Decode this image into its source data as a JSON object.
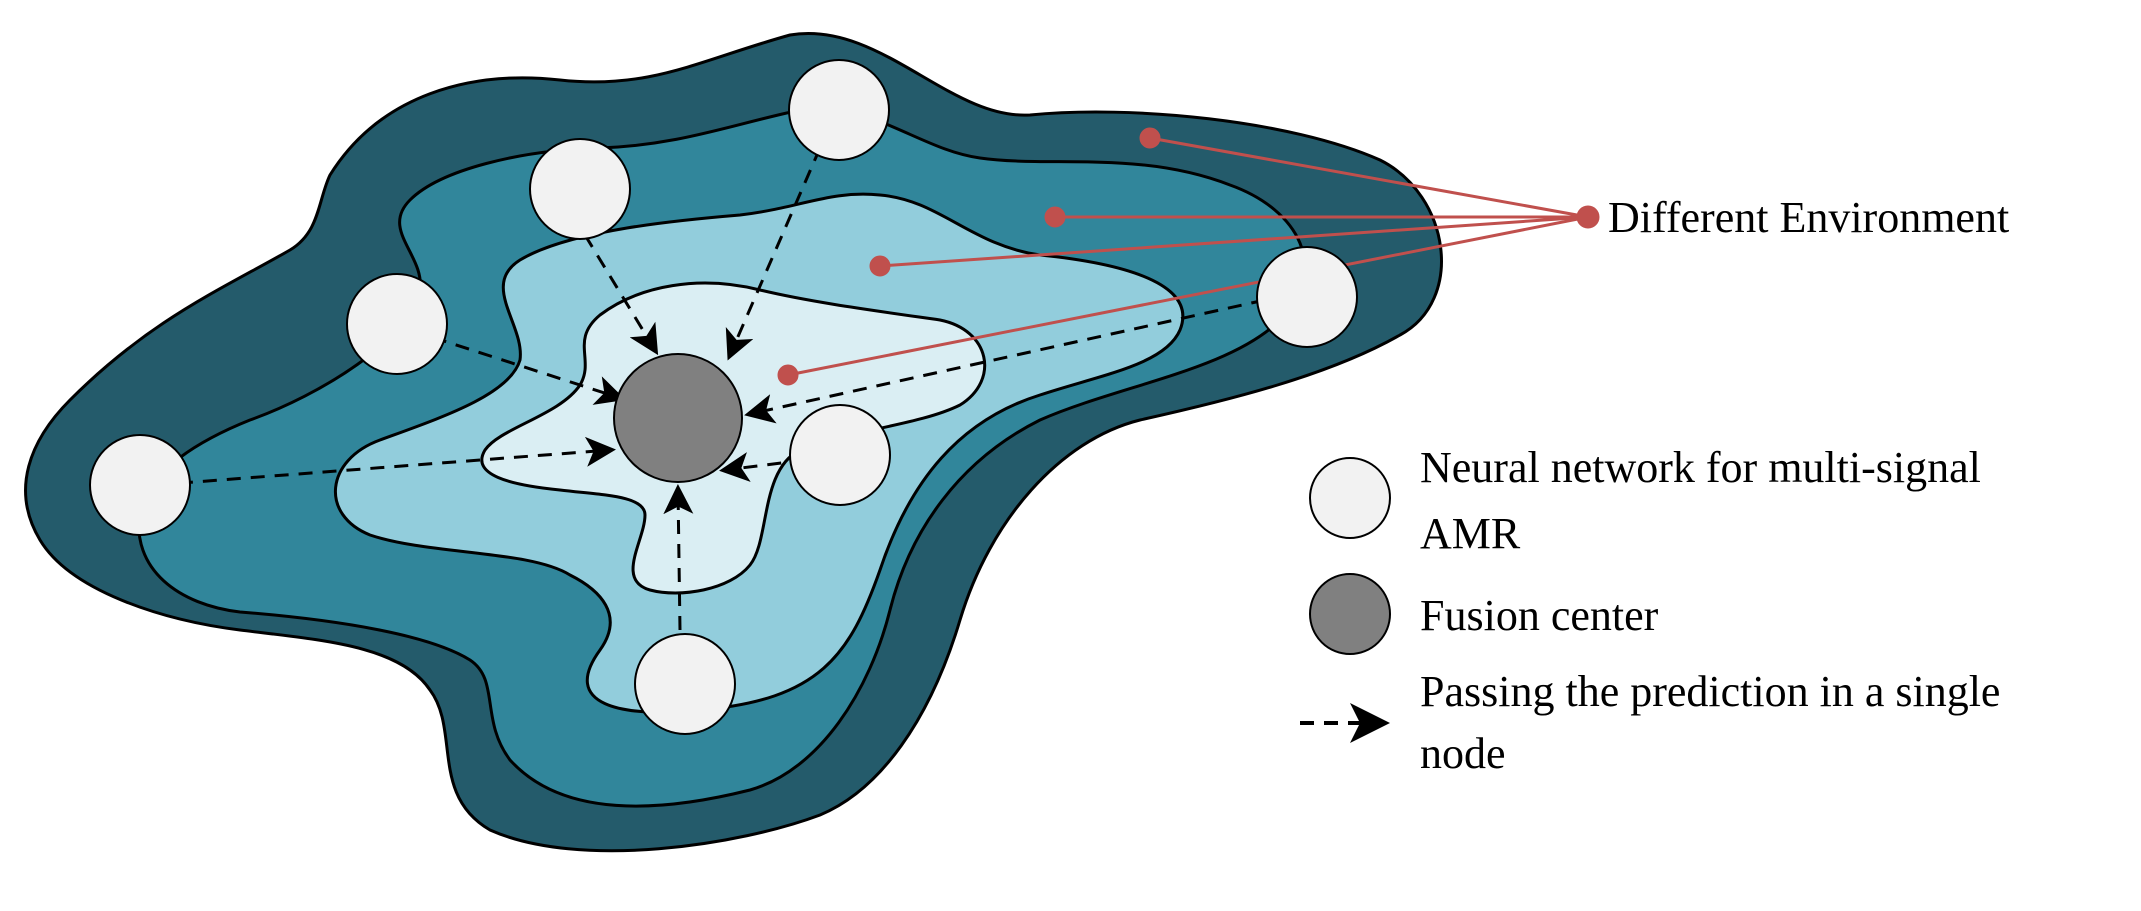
{
  "annotation": {
    "label": "Different Environment",
    "color": "#c0504d"
  },
  "legend": {
    "node": {
      "line1": "Neural network for multi-signal",
      "line2": "AMR",
      "icon": "node-circle-icon"
    },
    "fusion": {
      "label": "Fusion center",
      "icon": "fusion-circle-icon"
    },
    "passing": {
      "line1": "Passing the prediction in a single",
      "line2": "node",
      "icon": "dashed-arrow-icon"
    }
  },
  "colors": {
    "layer_outer": "#245b6b",
    "layer_2": "#31869b",
    "layer_3": "#92cddc",
    "layer_inner": "#daeef3",
    "node_fill": "#f2f2f2",
    "fusion_fill": "#808080",
    "outline": "#000000"
  }
}
